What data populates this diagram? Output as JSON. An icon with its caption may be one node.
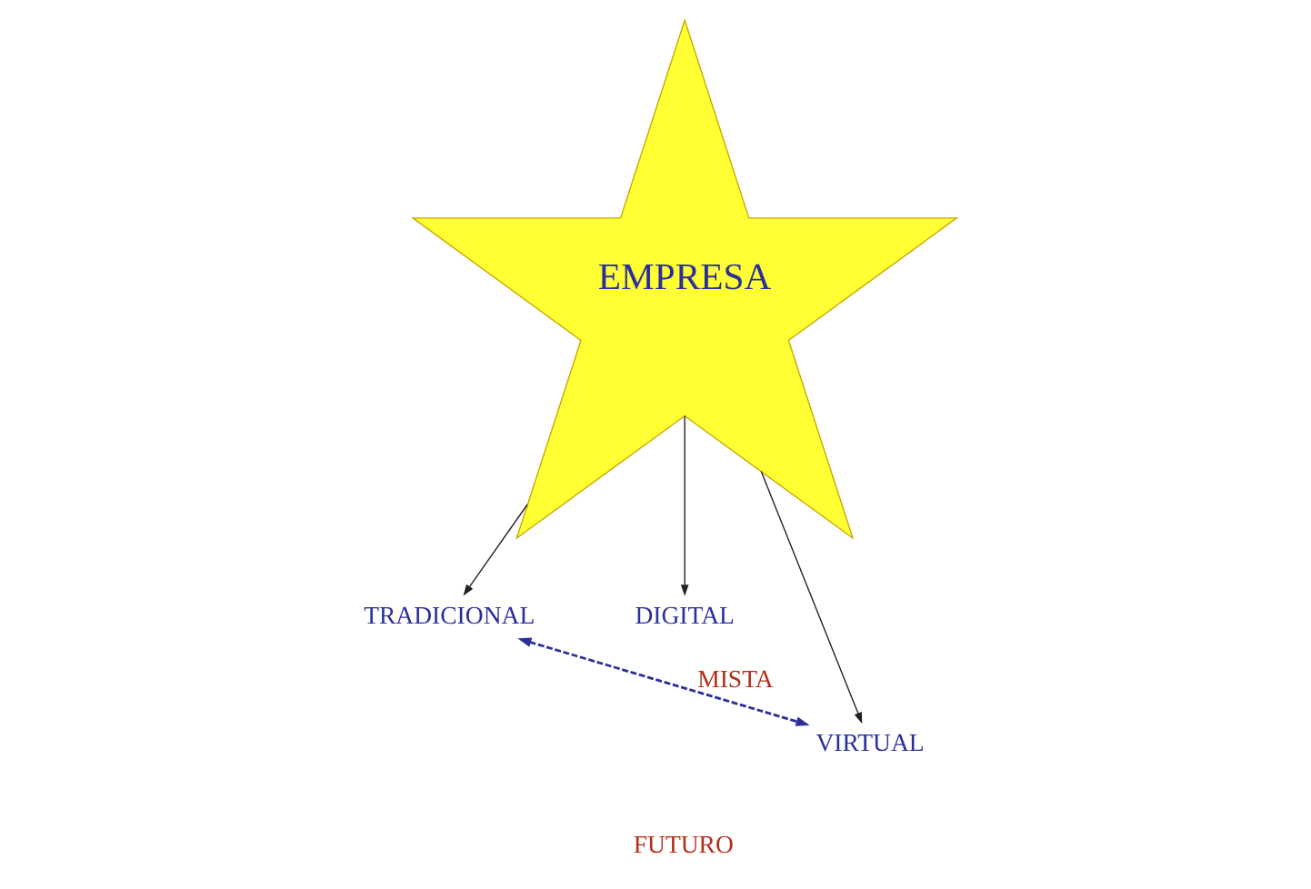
{
  "diagram": {
    "nodes": [
      {
        "text": [
          "EMPRESA"
        ]
      },
      {
        "text": [
          "TRADICIONAL"
        ]
      },
      {
        "text": [
          "DIGITAL"
        ]
      },
      {
        "text": [
          "VIRTUAL"
        ]
      }
    ],
    "edges": [
      {
        "from": 0,
        "to": 1,
        "arrow": "to"
      },
      {
        "from": 0,
        "to": 3,
        "arrow": "to"
      },
      {
        "from": 0,
        "to": 2,
        "arrow": "to"
      },
      {
        "from": 1,
        "to": 3,
        "arrow": "both",
        "label": "MISTA",
        "style": "dashed",
        "color": "#2a2f9a"
      }
    ],
    "labels": [
      "FUTURO"
    ]
  }
}
